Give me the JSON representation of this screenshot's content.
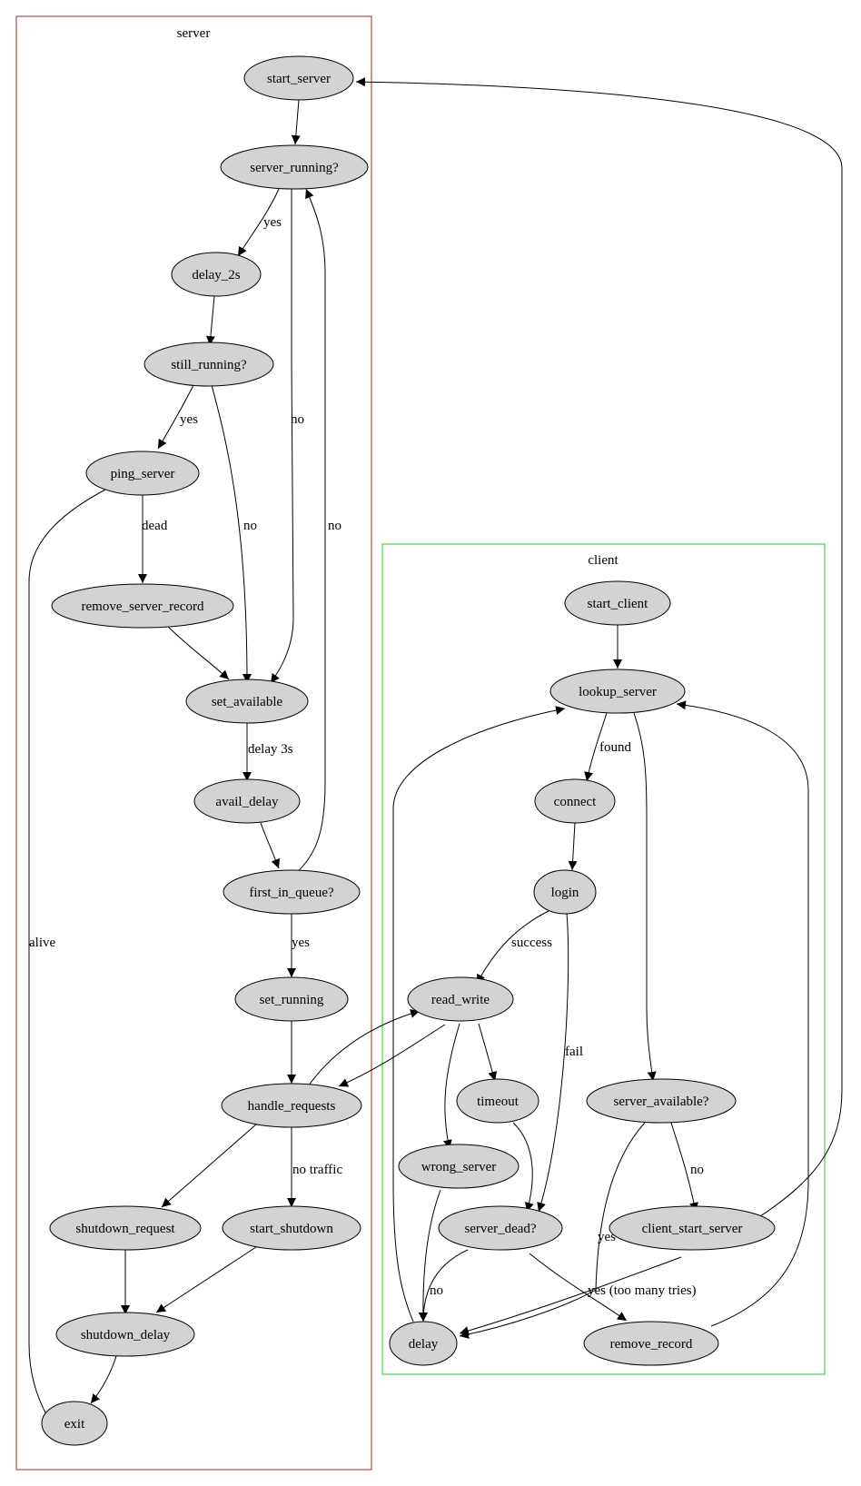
{
  "clusters": {
    "server": "server",
    "client": "client"
  },
  "nodes": {
    "start_server": "start_server",
    "server_running": "server_running?",
    "delay_2s": "delay_2s",
    "still_running": "still_running?",
    "ping_server": "ping_server",
    "remove_server_record": "remove_server_record",
    "set_available": "set_available",
    "avail_delay": "avail_delay",
    "first_in_queue": "first_in_queue?",
    "set_running": "set_running",
    "handle_requests": "handle_requests",
    "shutdown_request": "shutdown_request",
    "start_shutdown": "start_shutdown",
    "shutdown_delay": "shutdown_delay",
    "exit": "exit",
    "start_client": "start_client",
    "lookup_server": "lookup_server",
    "connect": "connect",
    "login": "login",
    "read_write": "read_write",
    "timeout": "timeout",
    "wrong_server": "wrong_server",
    "server_available": "server_available?",
    "server_dead": "server_dead?",
    "client_start_server": "client_start_server",
    "delay": "delay",
    "remove_record": "remove_record"
  },
  "edge_labels": {
    "running_yes": "yes",
    "running_no": "no",
    "still_yes": "yes",
    "still_no": "no",
    "ping_dead": "dead",
    "ping_alive": "alive",
    "first_no": "no",
    "delay_3s": "delay 3s",
    "first_yes": "yes",
    "no_traffic": "no traffic",
    "found": "found",
    "success": "success",
    "fail": "fail",
    "avail_no": "no",
    "avail_yes": "yes",
    "dead_no": "no",
    "dead_yes": "yes (too many tries)"
  }
}
